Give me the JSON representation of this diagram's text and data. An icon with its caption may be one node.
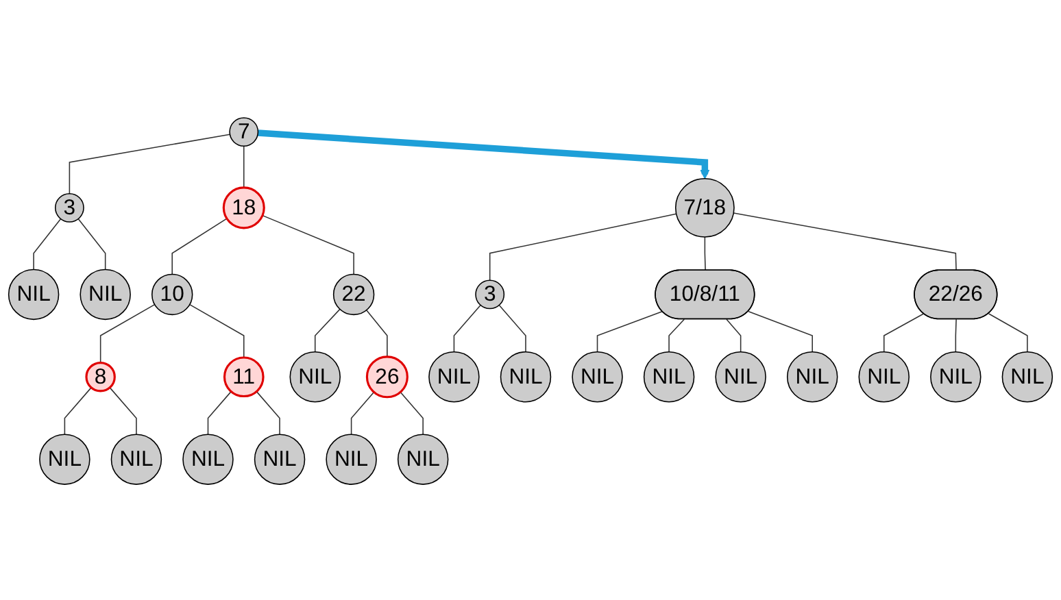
{
  "diagram": {
    "nodes": [
      {
        "text": [
          "7"
        ]
      },
      {
        "text": [
          "3"
        ]
      },
      {
        "text": [
          "18"
        ]
      },
      {
        "text": [
          "NIL"
        ]
      },
      {
        "text": [
          "NIL"
        ]
      },
      {
        "text": [
          "10"
        ]
      },
      {
        "text": [
          "22"
        ]
      },
      {
        "text": [
          "8"
        ]
      },
      {
        "text": [
          "11"
        ]
      },
      {
        "text": [
          "NIL"
        ]
      },
      {
        "text": [
          "26"
        ]
      },
      {
        "text": [
          "NIL"
        ]
      },
      {
        "text": [
          "NIL"
        ]
      },
      {
        "text": [
          "NIL"
        ]
      },
      {
        "text": [
          "NIL"
        ]
      },
      {
        "text": [
          "NIL"
        ]
      },
      {
        "text": [
          "NIL"
        ]
      },
      {
        "text": [
          "7/18"
        ]
      },
      {
        "text": [
          "3"
        ]
      },
      {
        "text": [
          "10/8/11"
        ]
      },
      {
        "text": [
          "22/26"
        ]
      },
      {
        "text": [
          "NIL"
        ]
      },
      {
        "text": [
          "NIL"
        ]
      },
      {
        "text": [
          "NIL"
        ]
      },
      {
        "text": [
          "NIL"
        ]
      },
      {
        "text": [
          "NIL"
        ]
      },
      {
        "text": [
          "NIL"
        ]
      },
      {
        "text": [
          "NIL"
        ]
      },
      {
        "text": [
          "NIL"
        ]
      },
      {
        "text": [
          "NIL"
        ]
      }
    ],
    "edges": [
      {
        "from": 0,
        "to": 1,
        "arrow": "none"
      },
      {
        "from": 0,
        "to": 2,
        "arrow": "none"
      },
      {
        "from": 1,
        "to": 3,
        "arrow": "none"
      },
      {
        "from": 1,
        "to": 4,
        "arrow": "none"
      },
      {
        "from": 2,
        "to": 5,
        "arrow": "none"
      },
      {
        "from": 2,
        "to": 6,
        "arrow": "none"
      },
      {
        "from": 5,
        "to": 7,
        "arrow": "none"
      },
      {
        "from": 5,
        "to": 8,
        "arrow": "none"
      },
      {
        "from": 6,
        "to": 9,
        "arrow": "none"
      },
      {
        "from": 6,
        "to": 10,
        "arrow": "none"
      },
      {
        "from": 7,
        "to": 11,
        "arrow": "none"
      },
      {
        "from": 7,
        "to": 12,
        "arrow": "none"
      },
      {
        "from": 8,
        "to": 13,
        "arrow": "none"
      },
      {
        "from": 8,
        "to": 14,
        "arrow": "none"
      },
      {
        "from": 10,
        "to": 15,
        "arrow": "none"
      },
      {
        "from": 10,
        "to": 16,
        "arrow": "none"
      },
      {
        "from": 0,
        "to": 17,
        "arrow": "to",
        "style": "thick",
        "color": "#1e9fd8"
      },
      {
        "from": 17,
        "to": 18,
        "arrow": "none"
      },
      {
        "from": 17,
        "to": 19,
        "arrow": "none"
      },
      {
        "from": 17,
        "to": 20,
        "arrow": "none"
      },
      {
        "from": 18,
        "to": 21,
        "arrow": "none"
      },
      {
        "from": 18,
        "to": 22,
        "arrow": "none"
      },
      {
        "from": 19,
        "to": 23,
        "arrow": "none"
      },
      {
        "from": 19,
        "to": 24,
        "arrow": "none"
      },
      {
        "from": 19,
        "to": 25,
        "arrow": "none"
      },
      {
        "from": 19,
        "to": 26,
        "arrow": "none"
      },
      {
        "from": 20,
        "to": 27,
        "arrow": "none"
      },
      {
        "from": 20,
        "to": 28,
        "arrow": "none"
      },
      {
        "from": 20,
        "to": 29,
        "arrow": "none"
      }
    ]
  }
}
